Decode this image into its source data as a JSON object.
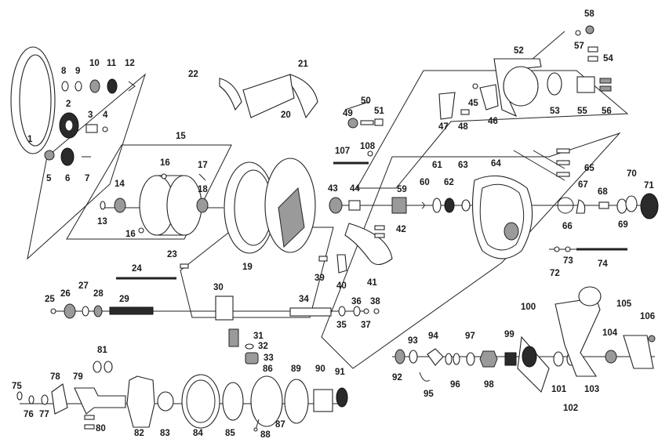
{
  "diagram": {
    "type": "exploded-parts-diagram",
    "callouts": [
      "1",
      "2",
      "3",
      "4",
      "5",
      "6",
      "7",
      "8",
      "9",
      "10",
      "11",
      "12",
      "13",
      "14",
      "15",
      "16",
      "16",
      "17",
      "18",
      "19",
      "20",
      "21",
      "22",
      "23",
      "24",
      "25",
      "26",
      "27",
      "28",
      "29",
      "30",
      "31",
      "32",
      "33",
      "34",
      "35",
      "36",
      "37",
      "38",
      "39",
      "40",
      "41",
      "42",
      "43",
      "44",
      "45",
      "46",
      "47",
      "48",
      "49",
      "50",
      "51",
      "52",
      "53",
      "54",
      "55",
      "56",
      "57",
      "58",
      "59",
      "60",
      "61",
      "62",
      "63",
      "64",
      "65",
      "66",
      "67",
      "68",
      "69",
      "70",
      "71",
      "72",
      "73",
      "74",
      "75",
      "76",
      "77",
      "78",
      "79",
      "80",
      "81",
      "82",
      "83",
      "84",
      "85",
      "86",
      "87",
      "88",
      "89",
      "90",
      "91",
      "92",
      "93",
      "94",
      "95",
      "96",
      "97",
      "98",
      "99",
      "100",
      "101",
      "102",
      "103",
      "104",
      "105",
      "106",
      "107",
      "108"
    ]
  }
}
